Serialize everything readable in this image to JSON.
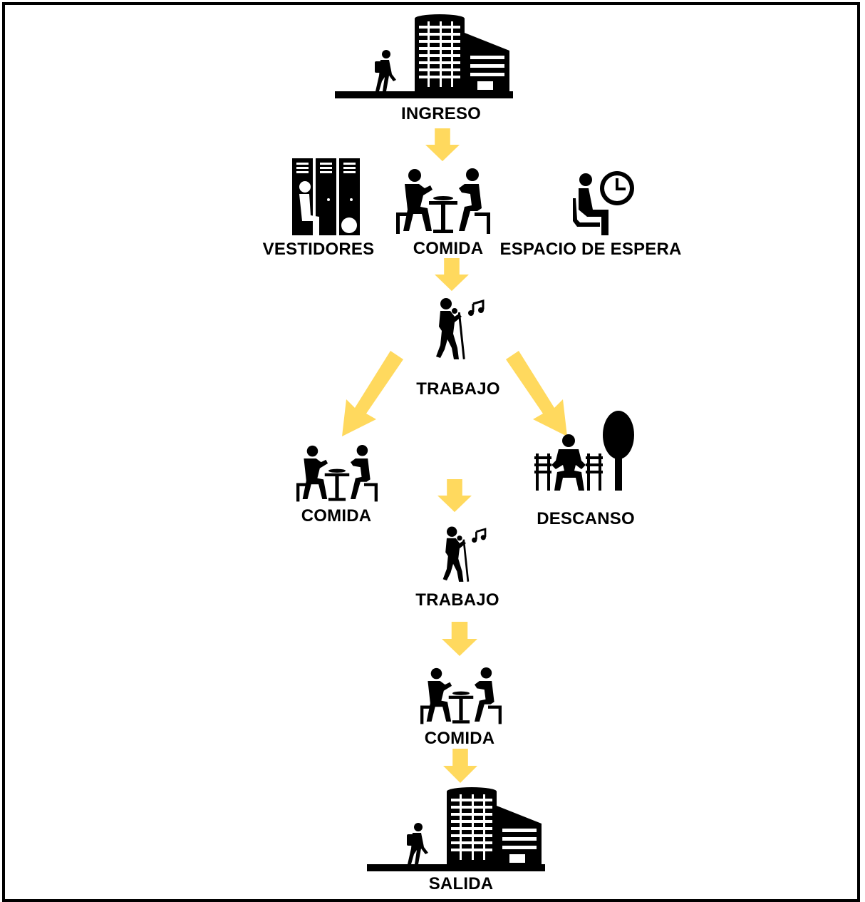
{
  "colors": {
    "arrow": "#FFD95E",
    "icon": "#000000",
    "border": "#000000"
  },
  "nodes": {
    "ingreso": {
      "label": "INGRESO",
      "icon": "building-with-person-icon"
    },
    "vestidores": {
      "label": "VESTIDORES",
      "icon": "locker-room-icon"
    },
    "comida_1": {
      "label": "COMIDA",
      "icon": "dining-people-icon"
    },
    "espacio_espera": {
      "label": "ESPACIO DE ESPERA",
      "icon": "waiting-person-clock-icon"
    },
    "trabajo_1": {
      "label": "TRABAJO",
      "icon": "singing-performer-icon"
    },
    "comida_2": {
      "label": "COMIDA",
      "icon": "dining-people-icon"
    },
    "descanso": {
      "label": "DESCANSO",
      "icon": "bench-tree-rest-icon"
    },
    "trabajo_2": {
      "label": "TRABAJO",
      "icon": "singing-performer-icon"
    },
    "comida_3": {
      "label": "COMIDA",
      "icon": "dining-people-icon"
    },
    "salida": {
      "label": "SALIDA",
      "icon": "building-with-person-icon"
    }
  }
}
